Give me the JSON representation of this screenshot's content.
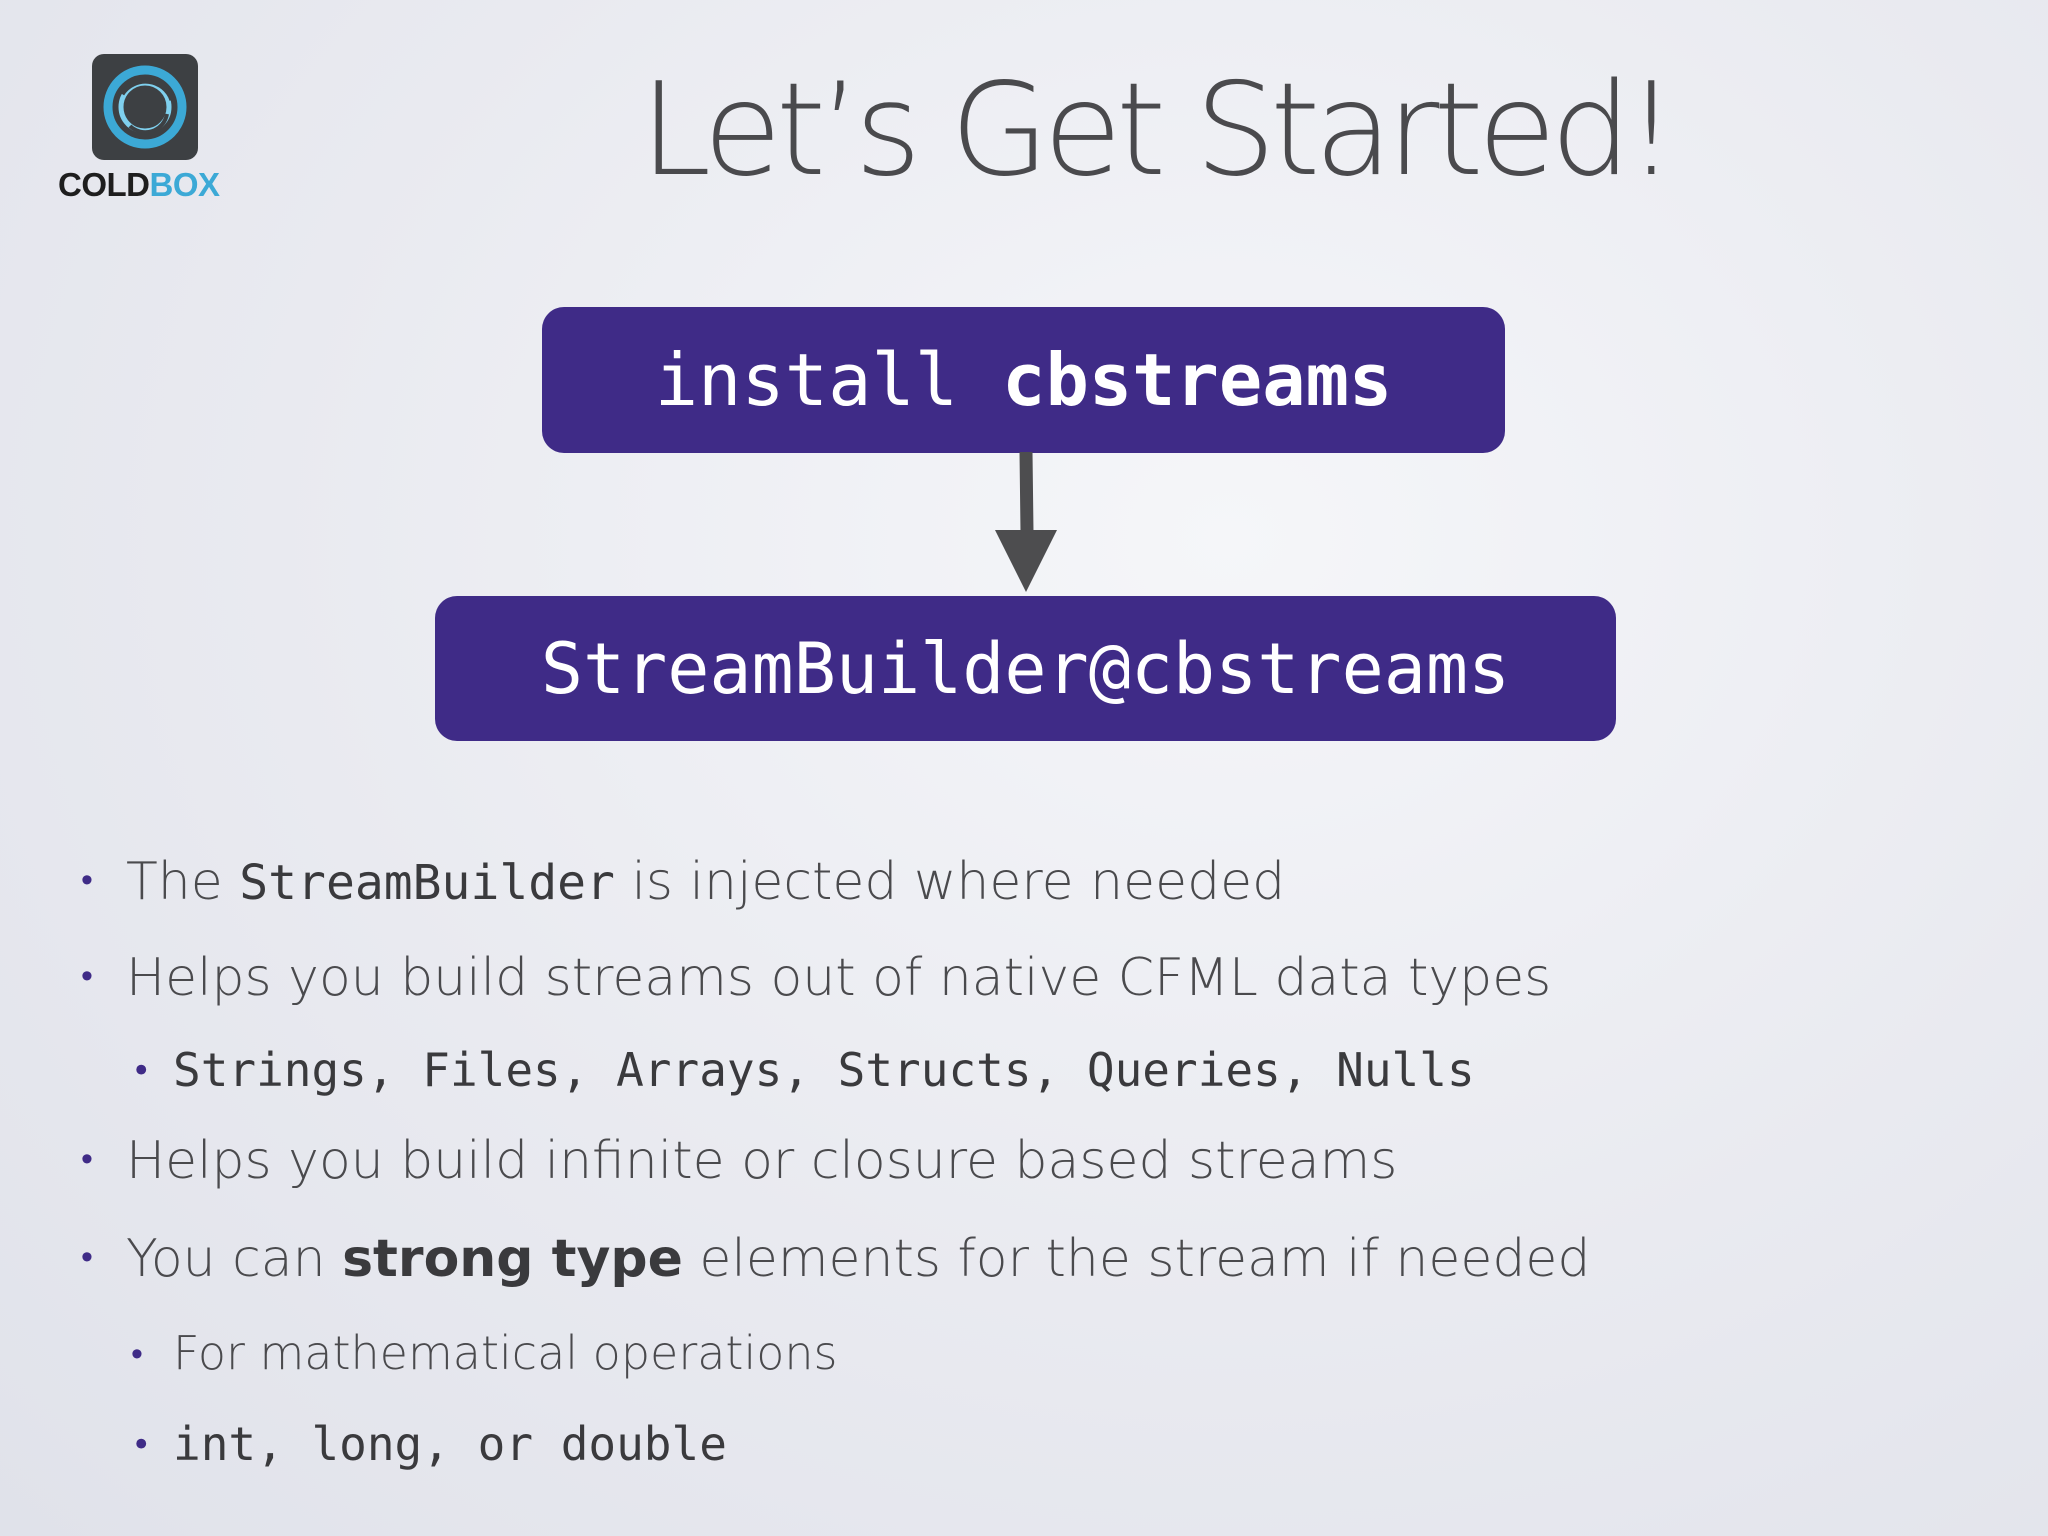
{
  "logo": {
    "word_dark": "COLD",
    "word_accent": "BOX"
  },
  "slide": {
    "title": "Let’s Get Started!"
  },
  "flow": {
    "install_cmd": "install",
    "install_pkg": "cbstreams",
    "injection_id": "StreamBuilder@cbstreams"
  },
  "bullets": {
    "b1": {
      "pre": "The ",
      "code": "StreamBuilder",
      "post": " is injected where needed"
    },
    "b2": {
      "text": "Helps you build streams out of native CFML data types"
    },
    "b2a": {
      "text": "Strings, Files, Arrays, Structs, Queries, Nulls"
    },
    "b3": {
      "text": "Helps you build infinite or closure based streams"
    },
    "b4": {
      "pre": "You can ",
      "strong": "strong type",
      "post": " elements for the stream if needed"
    },
    "b4a": {
      "text": "For mathematical operations"
    },
    "b4b": {
      "text": "int, long, or double"
    }
  },
  "colors": {
    "box": "#3f2b87",
    "bullet": "#3f2b87",
    "logo_accent": "#3ca9d6"
  }
}
